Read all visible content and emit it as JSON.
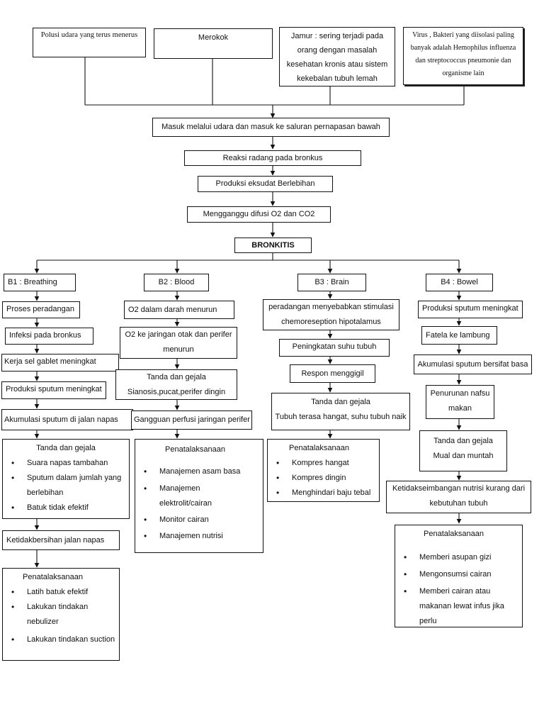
{
  "causes": {
    "c1": "Polusi udara yang terus menerus",
    "c2": "Merokok",
    "c3": "Jamur : sering terjadi pada orang dengan masalah kesehatan kronis atau sistem kekebalan tubuh lemah",
    "c4": "Virus , Bakteri yang diisolasi paling banyak adalah Hemophilus influenza dan streptococcus pneumonie dan organisme lain"
  },
  "chain": {
    "s1": "Masuk melalui udara dan masuk ke saluran pernapasan bawah",
    "s2": "Reaksi radang pada bronkus",
    "s3": "Produksi  eksudat Berlebihan",
    "s4": "Mengganggu difusi O2 dan CO2",
    "center": "BRONKITIS"
  },
  "b1": {
    "head": "B1 : Breathing",
    "steps": [
      "Proses peradangan",
      "Infeksi pada bronkus",
      "Kerja sel gablet meningkat",
      "Produksi sputum meningkat",
      "Akumulasi sputum di jalan napas"
    ],
    "signs_title": "Tanda dan gejala",
    "signs": [
      "Suara napas tambahan",
      "Sputum dalam jumlah yang berlebihan",
      "Batuk tidak efektif"
    ],
    "diagnosis": "Ketidakbersihan jalan napas",
    "mgmt_title": "Penatalaksanaan",
    "mgmt": [
      "Latih batuk efektif",
      "Lakukan tindakan nebulizer",
      "Lakukan tindakan suction"
    ]
  },
  "b2": {
    "head": "B2 : Blood",
    "steps": [
      "O2 dalam darah menurun",
      "O2 ke jaringan otak dan perifer menurun"
    ],
    "signs_title": "Tanda dan gejala",
    "signs_text": "Sianosis,pucat,perifer dingin",
    "diagnosis": "Gangguan perfusi jaringan perifer",
    "mgmt_title": "Penatalaksanaan",
    "mgmt": [
      "Manajemen  asam basa",
      "Manajemen elektrolit/cairan",
      "Monitor cairan",
      "Manajemen nutrisi"
    ]
  },
  "b3": {
    "head": "B3 : Brain",
    "steps": [
      "peradangan menyebabkan stimulasi chemoreseption hipotalamus",
      "Peningkatan suhu tubuh",
      "Respon menggigil"
    ],
    "signs_title": "Tanda dan gejala",
    "signs_text": "Tubuh terasa hangat, suhu tubuh naik",
    "mgmt_title": "Penatalaksanaan",
    "mgmt": [
      "Kompres hangat",
      "Kompres dingin",
      "Menghindari baju tebal"
    ]
  },
  "b4": {
    "head": "B4 : Bowel",
    "steps": [
      "Produksi sputum meningkat",
      "Fatela ke lambung",
      "Akumulasi sputum bersifat basa",
      "Penurunan nafsu makan"
    ],
    "signs_title": "Tanda dan gejala",
    "signs_text": "Mual dan muntah",
    "diagnosis": "Ketidakseimbangan nutrisi kurang dari kebutuhan tubuh",
    "mgmt_title": "Penatalaksanaan",
    "mgmt": [
      "Memberi asupan gizi",
      "Mengonsumsi cairan",
      "Memberi cairan atau makanan lewat infus jika perlu"
    ]
  }
}
